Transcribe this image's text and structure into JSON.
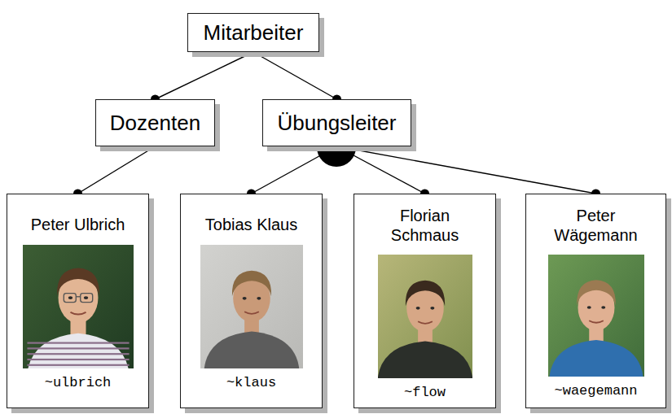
{
  "diagram": {
    "nodes": [
      {
        "text": [
          "Mitarbeiter"
        ]
      },
      {
        "text": [
          "Dozenten"
        ]
      },
      {
        "text": [
          "Übungsleiter"
        ]
      },
      {
        "text": [
          "Peter Ulbrich",
          "~ulbrich"
        ]
      },
      {
        "text": [
          "Tobias Klaus",
          "~klaus"
        ]
      },
      {
        "text": [
          "Florian Schmaus",
          "~flow"
        ]
      },
      {
        "text": [
          "Peter Wägemann",
          "~waegemann"
        ]
      }
    ],
    "edges": [
      {
        "from": 0,
        "to": 1,
        "arrow": "none"
      },
      {
        "from": 0,
        "to": 2,
        "arrow": "none"
      },
      {
        "from": 1,
        "to": 3,
        "arrow": "none"
      },
      {
        "from": 2,
        "to": 4,
        "arrow": "none"
      },
      {
        "from": 2,
        "to": 5,
        "arrow": "none"
      },
      {
        "from": 2,
        "to": 6,
        "arrow": "none"
      }
    ]
  }
}
